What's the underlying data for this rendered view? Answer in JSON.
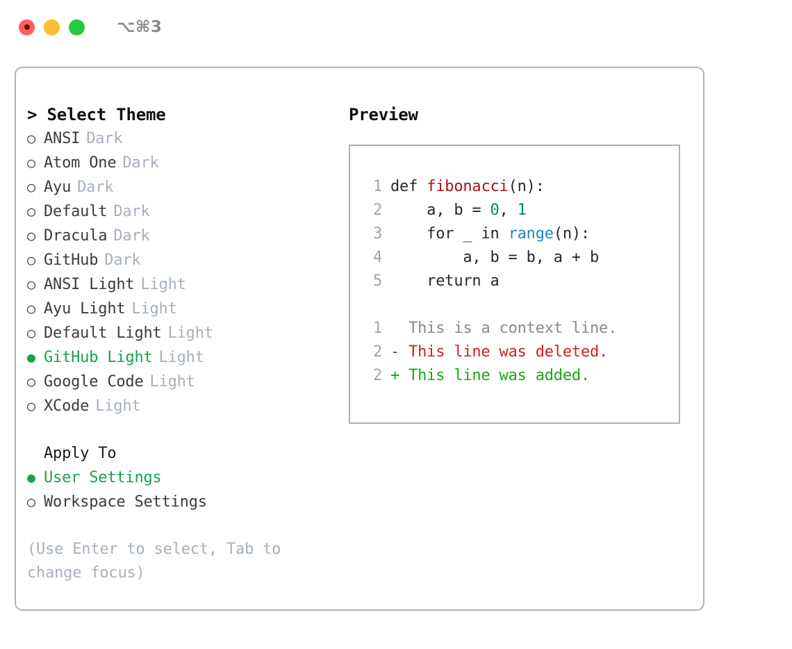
{
  "titlebar": {
    "shortcut": "⌥⌘3",
    "buttons": [
      {
        "name": "close",
        "color": "#ff5f57"
      },
      {
        "name": "minimize",
        "color": "#ffbd2e"
      },
      {
        "name": "maximize",
        "color": "#28c840"
      }
    ]
  },
  "theme_picker": {
    "header": "> Select Theme",
    "marker_selected": "●",
    "marker_unselected": "○",
    "items": [
      {
        "name": "ANSI",
        "tag": "Dark",
        "selected": false
      },
      {
        "name": "Atom One",
        "tag": "Dark",
        "selected": false
      },
      {
        "name": "Ayu",
        "tag": "Dark",
        "selected": false
      },
      {
        "name": "Default",
        "tag": "Dark",
        "selected": false
      },
      {
        "name": "Dracula",
        "tag": "Dark",
        "selected": false
      },
      {
        "name": "GitHub",
        "tag": "Dark",
        "selected": false
      },
      {
        "name": "ANSI Light",
        "tag": "Light",
        "selected": false
      },
      {
        "name": "Ayu Light",
        "tag": "Light",
        "selected": false
      },
      {
        "name": "Default Light",
        "tag": "Light",
        "selected": false
      },
      {
        "name": "GitHub Light",
        "tag": "Light",
        "selected": true
      },
      {
        "name": "Google Code",
        "tag": "Light",
        "selected": false
      },
      {
        "name": "XCode",
        "tag": "Light",
        "selected": false
      }
    ]
  },
  "apply_to": {
    "header": "Apply To",
    "items": [
      {
        "name": "User Settings",
        "selected": true
      },
      {
        "name": "Workspace Settings",
        "selected": false
      }
    ]
  },
  "hint": "(Use Enter to select, Tab to change focus)",
  "preview": {
    "header": "Preview",
    "code_lines": [
      {
        "num": "1",
        "segments": [
          {
            "text": "def ",
            "tok": "plain"
          },
          {
            "text": "fibonacci",
            "tok": "fn"
          },
          {
            "text": "(n):",
            "tok": "plain"
          }
        ]
      },
      {
        "num": "2",
        "segments": [
          {
            "text": "    a, b = ",
            "tok": "plain"
          },
          {
            "text": "0",
            "tok": "num"
          },
          {
            "text": ", ",
            "tok": "plain"
          },
          {
            "text": "1",
            "tok": "num"
          }
        ]
      },
      {
        "num": "3",
        "segments": [
          {
            "text": "    for _ in ",
            "tok": "plain"
          },
          {
            "text": "range",
            "tok": "bi"
          },
          {
            "text": "(n):",
            "tok": "plain"
          }
        ]
      },
      {
        "num": "4",
        "segments": [
          {
            "text": "        a, b = b, a + b",
            "tok": "plain"
          }
        ]
      },
      {
        "num": "5",
        "segments": [
          {
            "text": "    return a",
            "tok": "plain"
          }
        ]
      }
    ],
    "diff_lines": [
      {
        "num": "1",
        "sign": "  ",
        "text": "This is a context line.",
        "kind": "ctx"
      },
      {
        "num": "2",
        "sign": "- ",
        "text": "This line was deleted.",
        "kind": "del"
      },
      {
        "num": "2",
        "sign": "+ ",
        "text": "This line was added.",
        "kind": "add"
      }
    ]
  },
  "colors": {
    "accent_green": "#16a34a",
    "muted": "#a7b0bd",
    "border": "#aab4c2",
    "syntax_function": "#a31515",
    "syntax_number": "#0d7d76",
    "syntax_builtin": "#1f8ac0",
    "diff_deleted": "#cc2222",
    "diff_added": "#16a812",
    "diff_context": "#8a8a8a"
  }
}
